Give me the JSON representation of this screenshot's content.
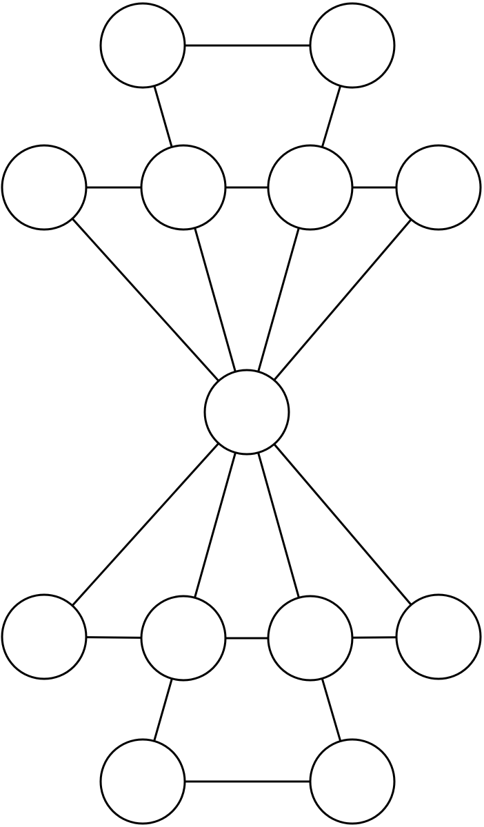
{
  "diagram": {
    "type": "undirected-graph",
    "colors": {
      "background": "#ffffff",
      "stroke": "#000000",
      "node_fill": "#ffffff"
    },
    "nodes": [
      {
        "id": "top-pair-left"
      },
      {
        "id": "top-pair-right"
      },
      {
        "id": "upper-row-1"
      },
      {
        "id": "upper-row-2"
      },
      {
        "id": "upper-row-3"
      },
      {
        "id": "upper-row-4"
      },
      {
        "id": "center"
      },
      {
        "id": "lower-row-1"
      },
      {
        "id": "lower-row-2"
      },
      {
        "id": "lower-row-3"
      },
      {
        "id": "lower-row-4"
      },
      {
        "id": "bottom-pair-left"
      },
      {
        "id": "bottom-pair-right"
      }
    ],
    "edges": [
      [
        "top-pair-left",
        "top-pair-right"
      ],
      [
        "top-pair-left",
        "upper-row-2"
      ],
      [
        "top-pair-right",
        "upper-row-3"
      ],
      [
        "upper-row-1",
        "upper-row-2"
      ],
      [
        "upper-row-2",
        "upper-row-3"
      ],
      [
        "upper-row-3",
        "upper-row-4"
      ],
      [
        "upper-row-1",
        "center"
      ],
      [
        "upper-row-2",
        "center"
      ],
      [
        "upper-row-3",
        "center"
      ],
      [
        "upper-row-4",
        "center"
      ],
      [
        "center",
        "lower-row-1"
      ],
      [
        "center",
        "lower-row-2"
      ],
      [
        "center",
        "lower-row-3"
      ],
      [
        "center",
        "lower-row-4"
      ],
      [
        "lower-row-1",
        "lower-row-2"
      ],
      [
        "lower-row-2",
        "lower-row-3"
      ],
      [
        "lower-row-3",
        "lower-row-4"
      ],
      [
        "lower-row-2",
        "bottom-pair-left"
      ],
      [
        "lower-row-3",
        "bottom-pair-right"
      ],
      [
        "bottom-pair-left",
        "bottom-pair-right"
      ]
    ]
  }
}
